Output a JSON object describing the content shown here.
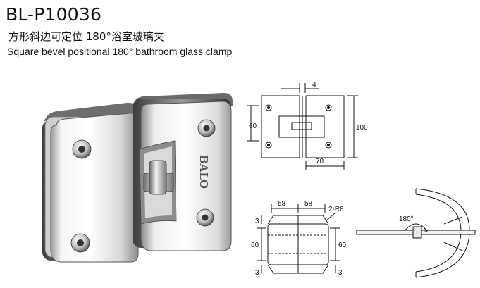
{
  "product": {
    "model": "BL-P10036",
    "title_cn": "方形斜边可定位 180°浴室玻璃夹",
    "title_en": "Square bevel positional 180° bathroom glass clamp",
    "brand": "BALO"
  },
  "front_view": {
    "dim_gap": "4",
    "dim_height_inner": "60",
    "dim_height_total": "100",
    "dim_width_half": "70"
  },
  "top_view": {
    "dim_left": "58",
    "dim_right": "58",
    "dim_radius": "2-R8",
    "dim_height_left": "60",
    "dim_height_right": "60",
    "dim_top": "3",
    "dim_bottom_left": "3",
    "dim_bottom_right": "3"
  },
  "rotation_view": {
    "angle": "180°"
  }
}
